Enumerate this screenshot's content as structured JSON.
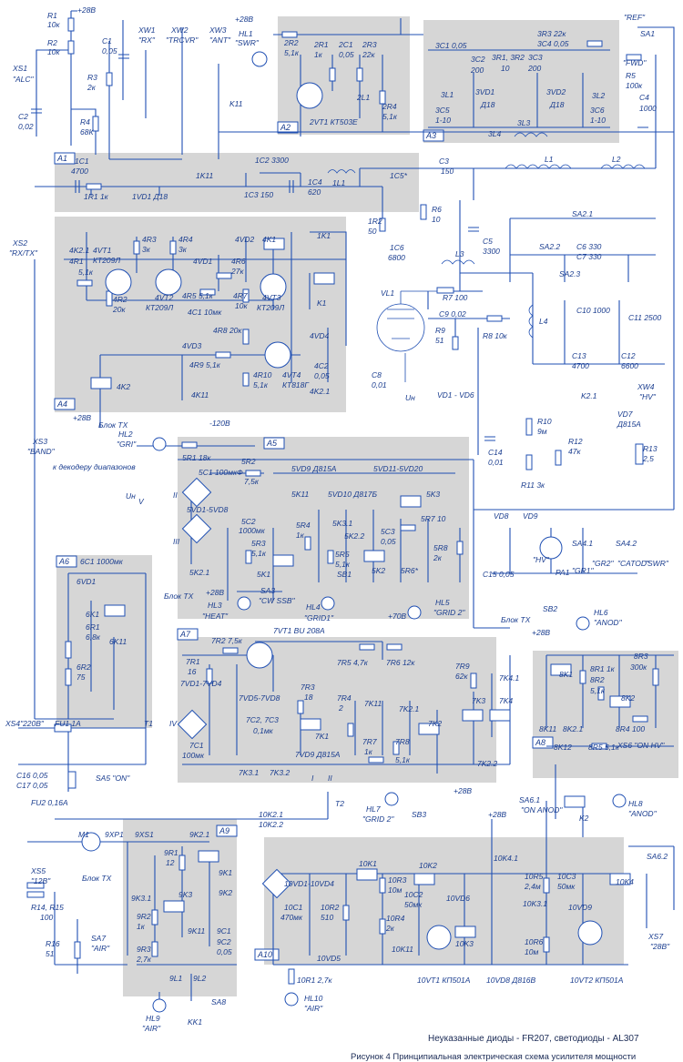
{
  "footer": {
    "note": "Неуказанные диоды - FR207, светодиоды - AL307",
    "caption": "Рисунок 4 Принципиальная электрическая схема усилителя мощности"
  },
  "blocks": [
    {
      "id": "A1",
      "label": "A1"
    },
    {
      "id": "A2",
      "label": "A2"
    },
    {
      "id": "A3",
      "label": "A3"
    },
    {
      "id": "A4",
      "label": "A4"
    },
    {
      "id": "A5",
      "label": "A5"
    },
    {
      "id": "A6",
      "label": "A6"
    },
    {
      "id": "A7",
      "label": "A7"
    },
    {
      "id": "A8",
      "label": "A8"
    },
    {
      "id": "A9",
      "label": "A9"
    },
    {
      "id": "A10",
      "label": "A10"
    }
  ],
  "labels": {
    "top_left": [
      "R1",
      "10к",
      "R2",
      "10к",
      "+28В",
      "XS1",
      "\"ALC\"",
      "C1",
      "0,05",
      "R3",
      "2к",
      "C2",
      "0,02",
      "R4",
      "68К"
    ],
    "connectors_top": [
      "XW1",
      "\"RX\"",
      "XW2",
      "\"TRCVR\"",
      "XW3",
      "\"ANT\"",
      "+28В",
      "HL1",
      "\"SWR\"",
      "K11"
    ],
    "a2": [
      "2R2",
      "5,1к",
      "2R1",
      "1к",
      "2C1",
      "0,05",
      "2R3",
      "22к",
      "2L1",
      "2R4",
      "5,1к",
      "2VT1 КТ503Е"
    ],
    "a3": [
      "3R3 22к",
      "3C4 0,05",
      "3C1 0,05",
      "3C2",
      "200",
      "3R1, 3R2",
      "10",
      "3C3",
      "200",
      "3L1",
      "3VD1",
      "Д18",
      "3VD2",
      "Д18",
      "3L2",
      "3C5",
      "1-10",
      "3L3",
      "3L4",
      "3C6",
      "1-10"
    ],
    "ref": [
      "\"REF\"",
      "SA1",
      "\"FWD\"",
      "R5",
      "100к",
      "C4",
      "1000"
    ],
    "a1": [
      "1C1",
      "4700",
      "1R1 1к",
      "1VD1 Д18",
      "1K11",
      "1C2 3300",
      "1C3 150",
      "1C4",
      "620",
      "1L1",
      "1C5*",
      "1R2",
      "50",
      "1C6",
      "6800"
    ],
    "output": [
      "C3",
      "150",
      "L1",
      "L2",
      "R6",
      "10",
      "SA2.1",
      "SA2.2",
      "C6 330",
      "C7 330",
      "SA2.3",
      "C5",
      "3300",
      "L3",
      "R7 100",
      "VL1",
      "C9 0,02",
      "R9",
      "51",
      "R8 10к",
      "L4",
      "C10 1000",
      "C11 2500",
      "C13",
      "4700",
      "C12",
      "6600",
      "C8",
      "0,01",
      "Uн",
      "VD1 - VD6",
      "K2.1",
      "XW4",
      "\"HV\"",
      "VD7",
      "Д815А",
      "R10",
      "9м",
      "R12",
      "47к",
      "R13",
      "2,5",
      "C14",
      "0,01",
      "R11 3к"
    ],
    "a4": [
      "XS2",
      "\"RX/TX\"",
      "4K2.1",
      "4R1",
      "5,1к",
      "4VT1",
      "КТ209Л",
      "4R3",
      "3к",
      "4R4",
      "3к",
      "4VD2",
      "4K1",
      "4VD1",
      "4R6",
      "27к",
      "4VT2",
      "КТ209Л",
      "4R5 5,1к",
      "4R7",
      "10к",
      "4VT3",
      "КТ209Л",
      "4R2",
      "20к",
      "4C1 10мк",
      "4R8 20к",
      "4VD3",
      "4R9 5,1к",
      "4R10",
      "5,1к",
      "4VT4",
      "КТ818Г",
      "4K2",
      "4K11",
      "4K2.1",
      "+28В",
      "Блок TX",
      "1K1",
      "K1",
      "4VD4",
      "4C2",
      "0,05"
    ],
    "a5": [
      "-120В",
      "HL2",
      "\"GRI\"",
      "5R1 18к",
      "XS3",
      "\"BAND\"",
      "к декодеру диапазонов",
      "5C1 100мкФ",
      "5R2",
      "7,5к",
      "5VD9 Д815А",
      "5VD11-5VD20",
      "Uн",
      "V",
      "II",
      "5VD1-5VD8",
      "5K11",
      "5VD10 Д817Б",
      "5K3",
      "III",
      "5C2",
      "1000мк",
      "5R4",
      "1к",
      "5K3.1",
      "5K2.2",
      "5C3",
      "0,05",
      "5R7 10",
      "5R8",
      "2к",
      "5R3",
      "5,1к",
      "5R5",
      "5,1к",
      "SB1",
      "5K2",
      "5R6*",
      "5K2.1",
      "5K1",
      "Блок TX",
      "+28В",
      "SA3",
      "\"CW SSB\"",
      "HL3",
      "\"HEAT\"",
      "HL4",
      "\"GRID1\"",
      "+70В",
      "HL5",
      "\"GRID 2\""
    ],
    "a6": [
      "6C1 1000мк",
      "6VD1",
      "6K1",
      "6R1",
      "6,8к",
      "6K11",
      "6R2",
      "75",
      "T1"
    ],
    "pa": [
      "VD8",
      "VD9",
      "SA4.1",
      "SA4.2",
      "PA1",
      "C15 0,05",
      "\"HV\"",
      "\"GR1\"",
      "\"GR2\"",
      "\"CATOD\"",
      "\"SWR\""
    ],
    "a7": [
      "7R2 7,5к",
      "7VT1 BU 208A",
      "7R1",
      "16",
      "7VD1-7VD4",
      "IV",
      "7C1",
      "100мк",
      "7VD5-7VD8",
      "7C2, 7C3",
      "0,1мк",
      "7R3",
      "18",
      "7R4",
      "2",
      "7K1",
      "7R5 4,7к",
      "7R6 12к",
      "7R9",
      "62к",
      "7K4.1",
      "7K3",
      "7K4",
      "7K11",
      "7K2.1",
      "7R7",
      "1к",
      "7R8",
      "5,1к",
      "7K2",
      "7VD9 Д815А",
      "7K3.1",
      "7K3.2",
      "7K2.2",
      "Блок TX",
      "+28В"
    ],
    "a8": [
      "SB2",
      "HL6",
      "\"ANOD\"",
      "+28В",
      "8R1 1к",
      "8R2",
      "5,1к",
      "8R3",
      "300к",
      "8K1",
      "8K2",
      "8K11",
      "8K2.1",
      "8R4 100",
      "8K12",
      "8R5 5,1к",
      "XS6 \"ON HV\"",
      "SA6.1",
      "\"ON ANOD\"",
      "K2",
      "HL8",
      "\"ANOD\""
    ],
    "mains": [
      "XS4\"220В\"",
      "FU1 1А",
      "C16 0,05",
      "C17 0,05",
      "SA5 \"ON\"",
      "FU2 0,16А",
      "T2",
      "I",
      "II",
      "HL7",
      "\"GRID 2\"",
      "SB3"
    ],
    "a9": [
      "M1",
      "9XP1",
      "9XS1",
      "9K2.1",
      "9R1",
      "12",
      "9K1",
      "9K2",
      "XS5",
      "\"12В\"",
      "Блок TX",
      "9K3.1",
      "9K3",
      "9R2",
      "1к",
      "9K11",
      "9R3",
      "2,7к",
      "9C1",
      "9C2",
      "0,05",
      "9L1",
      "9L2",
      "R14, R15",
      "100",
      "R16",
      "51",
      "SA7",
      "\"AIR\"",
      "SA8",
      "HL9",
      "\"AIR\"",
      "KK1"
    ],
    "a10": [
      "10K2.1",
      "10K2.2",
      "+28В",
      "10K1",
      "10R3",
      "10м",
      "10C2",
      "50мк",
      "10K2",
      "10VD6",
      "10VD1-10VD4",
      "10R2",
      "510",
      "10C1",
      "470мк",
      "10R4",
      "2к",
      "10K3",
      "10K11",
      "10VD5",
      "10R1 2,7к",
      "HL10",
      "\"AIR\"",
      "10VT1 КП501А",
      "10VD8 Д816В",
      "10K4.1",
      "10R5",
      "2,4м",
      "10C3",
      "50мк",
      "10VD9",
      "10K4",
      "10K3.1",
      "10R6",
      "10м",
      "10VT2 КП501А",
      "SA6.2",
      "XS7",
      "\"28В\""
    ]
  }
}
